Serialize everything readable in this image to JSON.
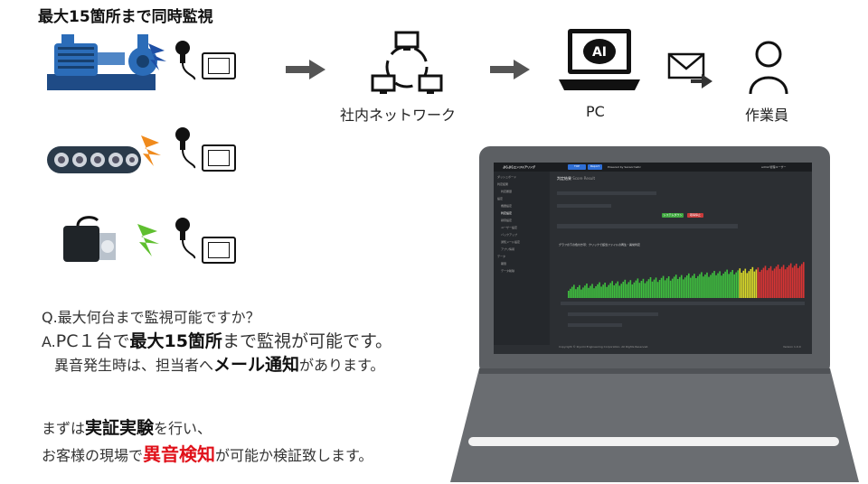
{
  "headline": "最大15箇所まで同時監視",
  "network_label": "社内ネットワーク",
  "pc_label": "PC",
  "worker_label": "作業員",
  "ai_label": "AI",
  "qa": {
    "question": "Q.最大何台まで監視可能ですか？",
    "answer_prefix": "A.",
    "answer_pc": "PC１台で",
    "answer_max": "最大15箇所",
    "answer_rest": "まで監視が可能です。",
    "line3_pre": "異音発生時は、担当者へ",
    "line3_bold": "メール通知",
    "line3_post": "があります。"
  },
  "offer": {
    "line1_pre": "まずは",
    "line1_bold": "実証実験",
    "line1_post": "を行い、",
    "line2_pre": "お客様の現場で",
    "line2_red": "異音検知",
    "line2_post": "が可能か検証致します。"
  },
  "screen": {
    "brand": "ぷらぷらエンジニアリング",
    "tabs": [
      "TOP",
      "Report",
      "Powered by Sensormatic"
    ],
    "page_title": "判定結果",
    "page_sub": "Score Result",
    "user": "admin管理ユーザー",
    "sidebar": [
      "ダッシュボード",
      "判定結果",
      "判定履歴",
      "設定",
      "機器設定",
      "判定設定",
      "録音設定",
      "ユーザー設定",
      "バックアップ",
      "通知メール設定",
      "アプリ情報",
      "データ",
      "期限",
      "データ削除"
    ],
    "status_buttons": [
      "システムダウン",
      "取得停止"
    ],
    "footer": "Copyright © Kiyomi Engineering Corporation. All Rights Reserved.",
    "version": "Version 1.0.0",
    "chart_title": "グラフの下の色付き帯：クリックで該当ファイルの再生・異常判定",
    "colors": {
      "green": "#3fbf3f",
      "yellow": "#d9d92a",
      "red": "#d83434"
    }
  }
}
